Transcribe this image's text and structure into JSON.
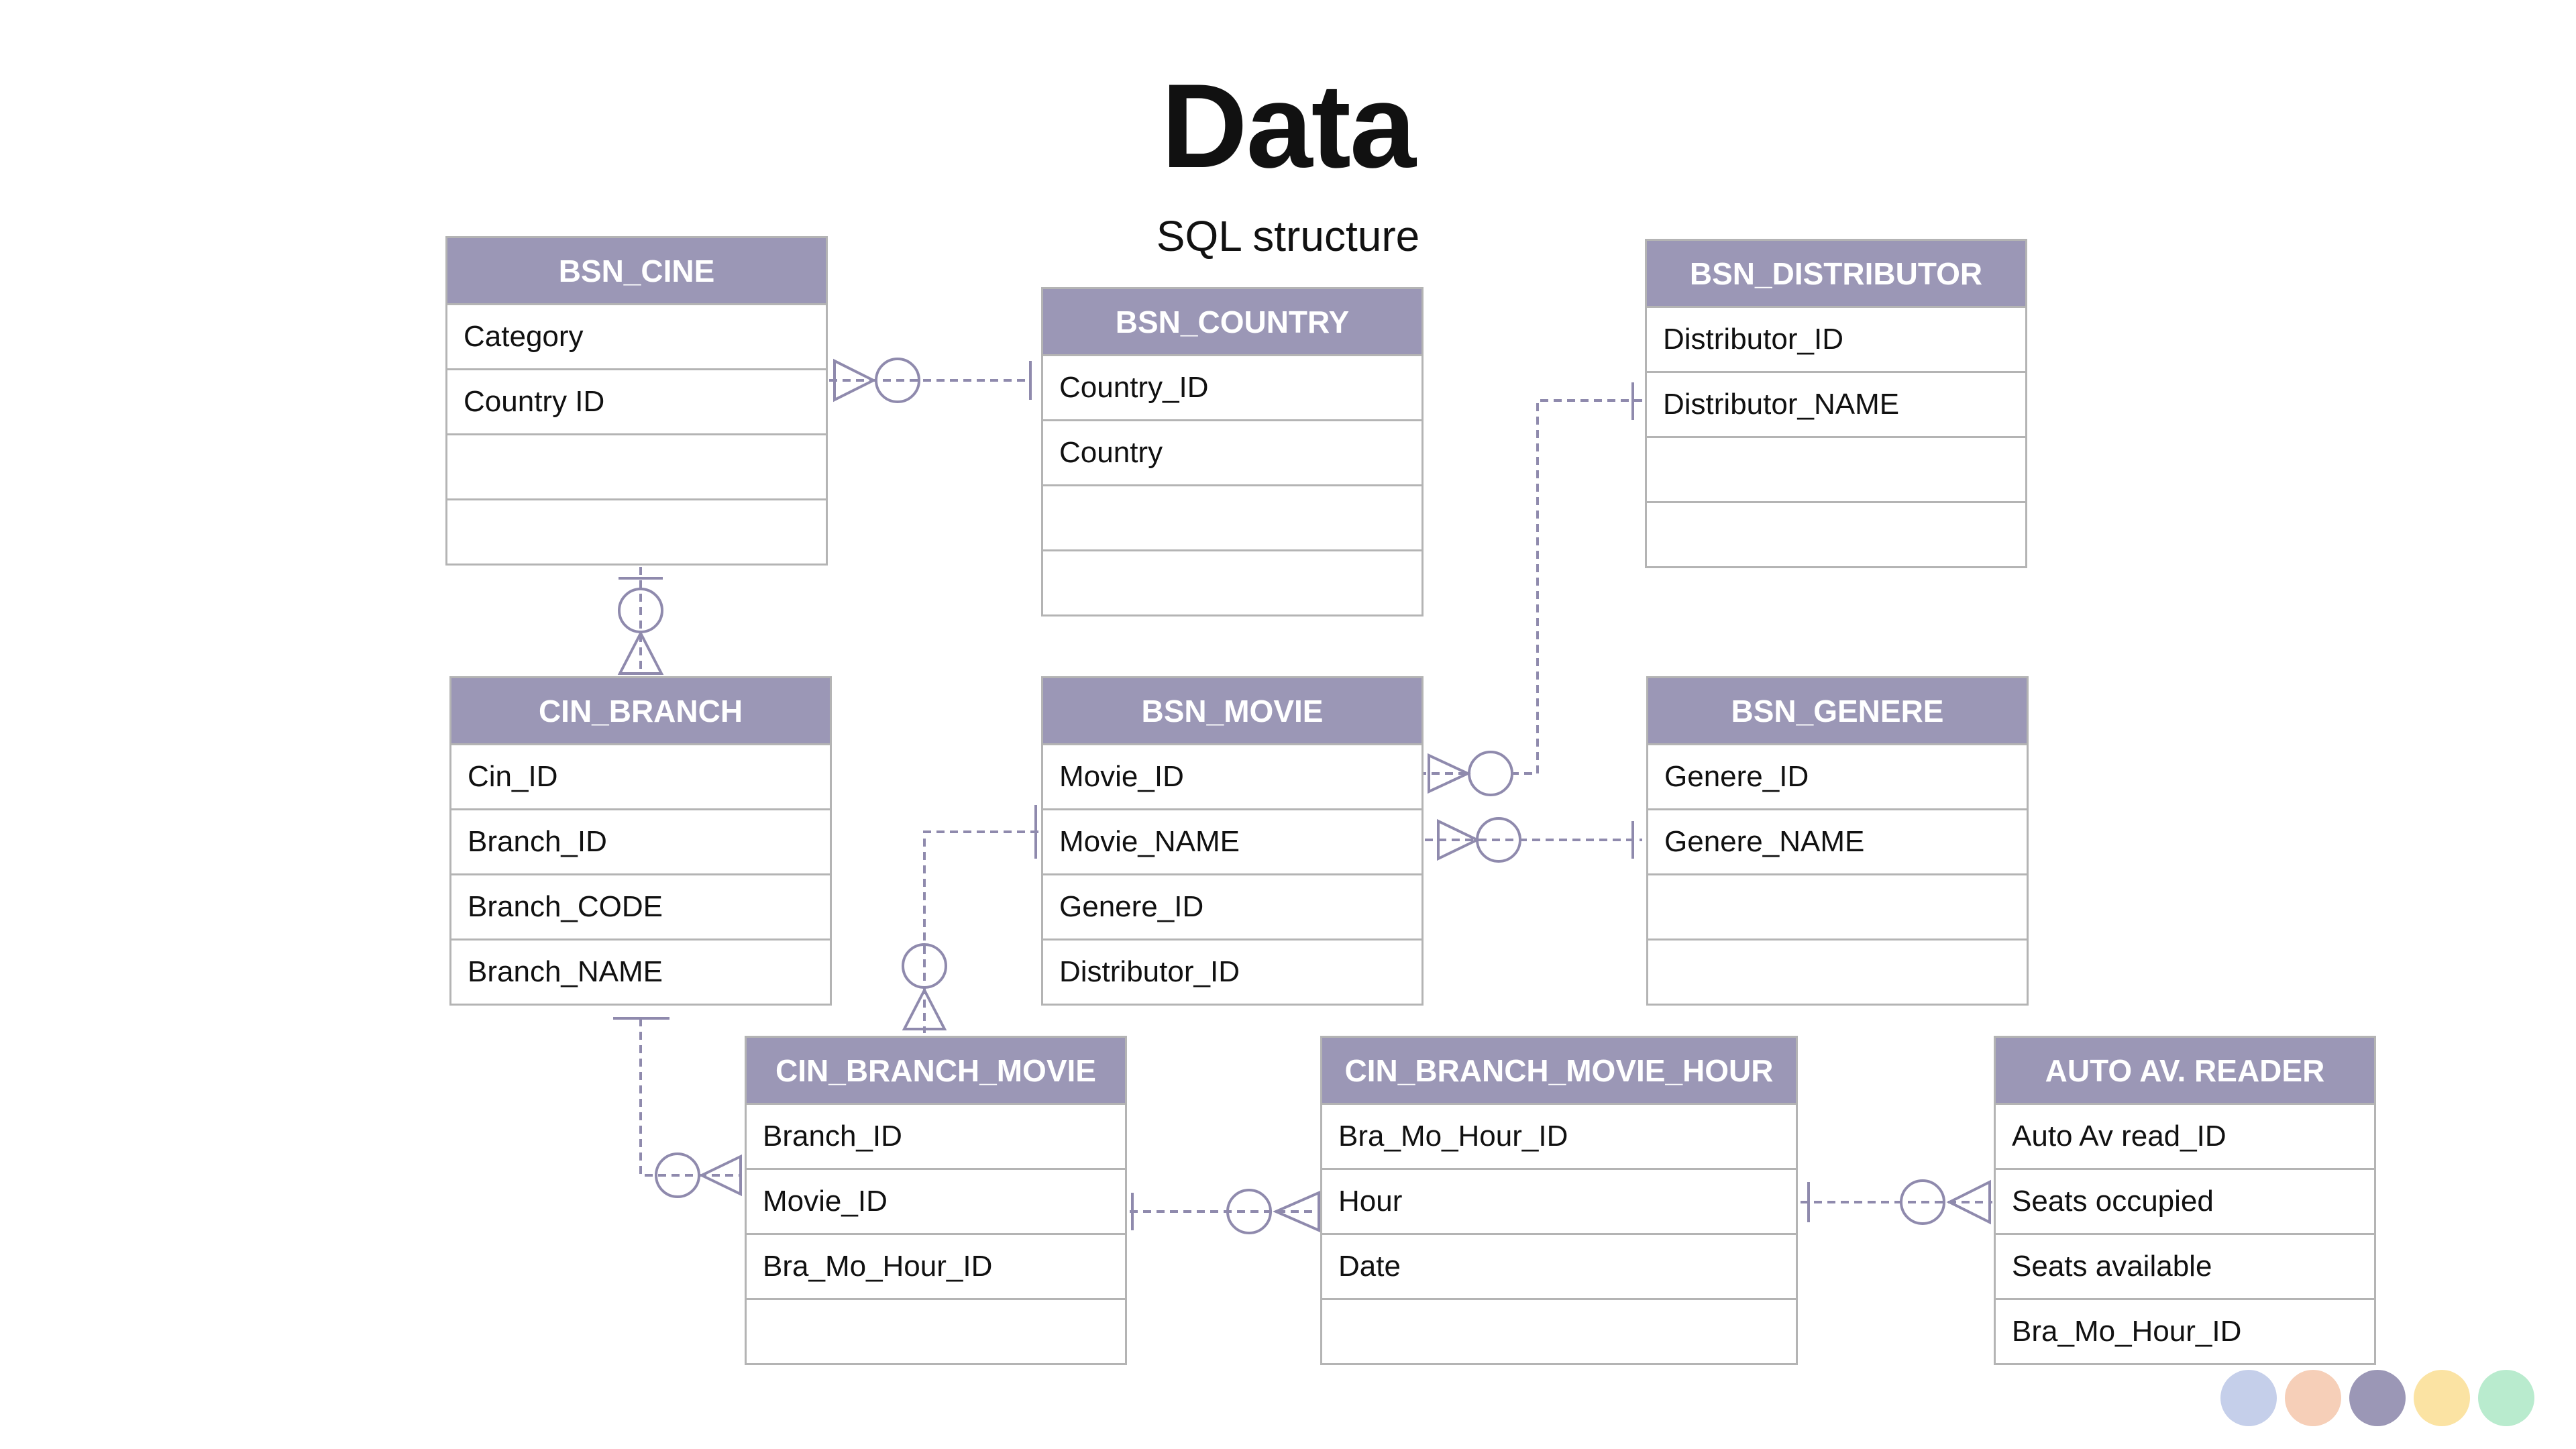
{
  "title": "Data",
  "subtitle": "SQL structure",
  "entities": [
    {
      "id": "bsn-cine",
      "name": "BSN_CINE",
      "rows": [
        "Category",
        "Country ID",
        "",
        ""
      ]
    },
    {
      "id": "bsn-country",
      "name": "BSN_COUNTRY",
      "rows": [
        "Country_ID",
        "Country",
        "",
        ""
      ]
    },
    {
      "id": "bsn-distributor",
      "name": "BSN_DISTRIBUTOR",
      "rows": [
        "Distributor_ID",
        "Distributor_NAME",
        "",
        ""
      ]
    },
    {
      "id": "cin-branch",
      "name": "CIN_BRANCH",
      "rows": [
        "Cin_ID",
        "Branch_ID",
        "Branch_CODE",
        "Branch_NAME"
      ]
    },
    {
      "id": "bsn-movie",
      "name": "BSN_MOVIE",
      "rows": [
        "Movie_ID",
        "Movie_NAME",
        "Genere_ID",
        "Distributor_ID"
      ]
    },
    {
      "id": "bsn-genere",
      "name": "BSN_GENERE",
      "rows": [
        "Genere_ID",
        "Genere_NAME",
        "",
        ""
      ]
    },
    {
      "id": "cin-branch-movie",
      "name": "CIN_BRANCH_MOVIE",
      "rows": [
        "Branch_ID",
        "Movie_ID",
        "Bra_Mo_Hour_ID",
        ""
      ]
    },
    {
      "id": "cin-branch-movie-hour",
      "name": "CIN_BRANCH_MOVIE_HOUR",
      "rows": [
        "Bra_Mo_Hour_ID",
        "Hour",
        "Date",
        ""
      ]
    },
    {
      "id": "auto-av-reader",
      "name": "AUTO AV. READER",
      "rows": [
        "Auto Av read_ID",
        "Seats occupied",
        "Seats available",
        "Bra_Mo_Hour_ID"
      ]
    }
  ],
  "relationships": [
    {
      "one": "BSN_COUNTRY.Country_ID",
      "many": "BSN_CINE.Country ID",
      "cardinality": "one-to-zero-or-many"
    },
    {
      "one": "BSN_CINE",
      "many": "CIN_BRANCH",
      "cardinality": "one-to-zero-or-many"
    },
    {
      "one": "BSN_DISTRIBUTOR.Distributor_NAME",
      "many": "BSN_MOVIE.Movie_ID",
      "cardinality": "one-to-zero-or-many"
    },
    {
      "one": "BSN_GENERE.Genere_NAME",
      "many": "BSN_MOVIE.Movie_NAME",
      "cardinality": "one-to-zero-or-many"
    },
    {
      "one": "BSN_MOVIE.Movie_NAME",
      "many": "CIN_BRANCH_MOVIE",
      "cardinality": "one-to-zero-or-many"
    },
    {
      "one": "CIN_BRANCH",
      "many": "CIN_BRANCH_MOVIE.Movie_ID",
      "cardinality": "one-to-zero-or-many"
    },
    {
      "one": "CIN_BRANCH_MOVIE.Movie_ID",
      "many": "CIN_BRANCH_MOVIE_HOUR.Hour",
      "cardinality": "one-to-zero-or-many"
    },
    {
      "one": "CIN_BRANCH_MOVIE_HOUR.Hour",
      "many": "AUTO AV. READER.Seats occupied",
      "cardinality": "one-to-zero-or-many"
    }
  ],
  "colors": {
    "header": "#9b97b6",
    "connector": "#8f8aad",
    "border": "#b4b4b4",
    "palette": [
      "#c5cfea",
      "#f6cfb8",
      "#9b97b6",
      "#fbe3a3",
      "#b9ebce"
    ]
  }
}
